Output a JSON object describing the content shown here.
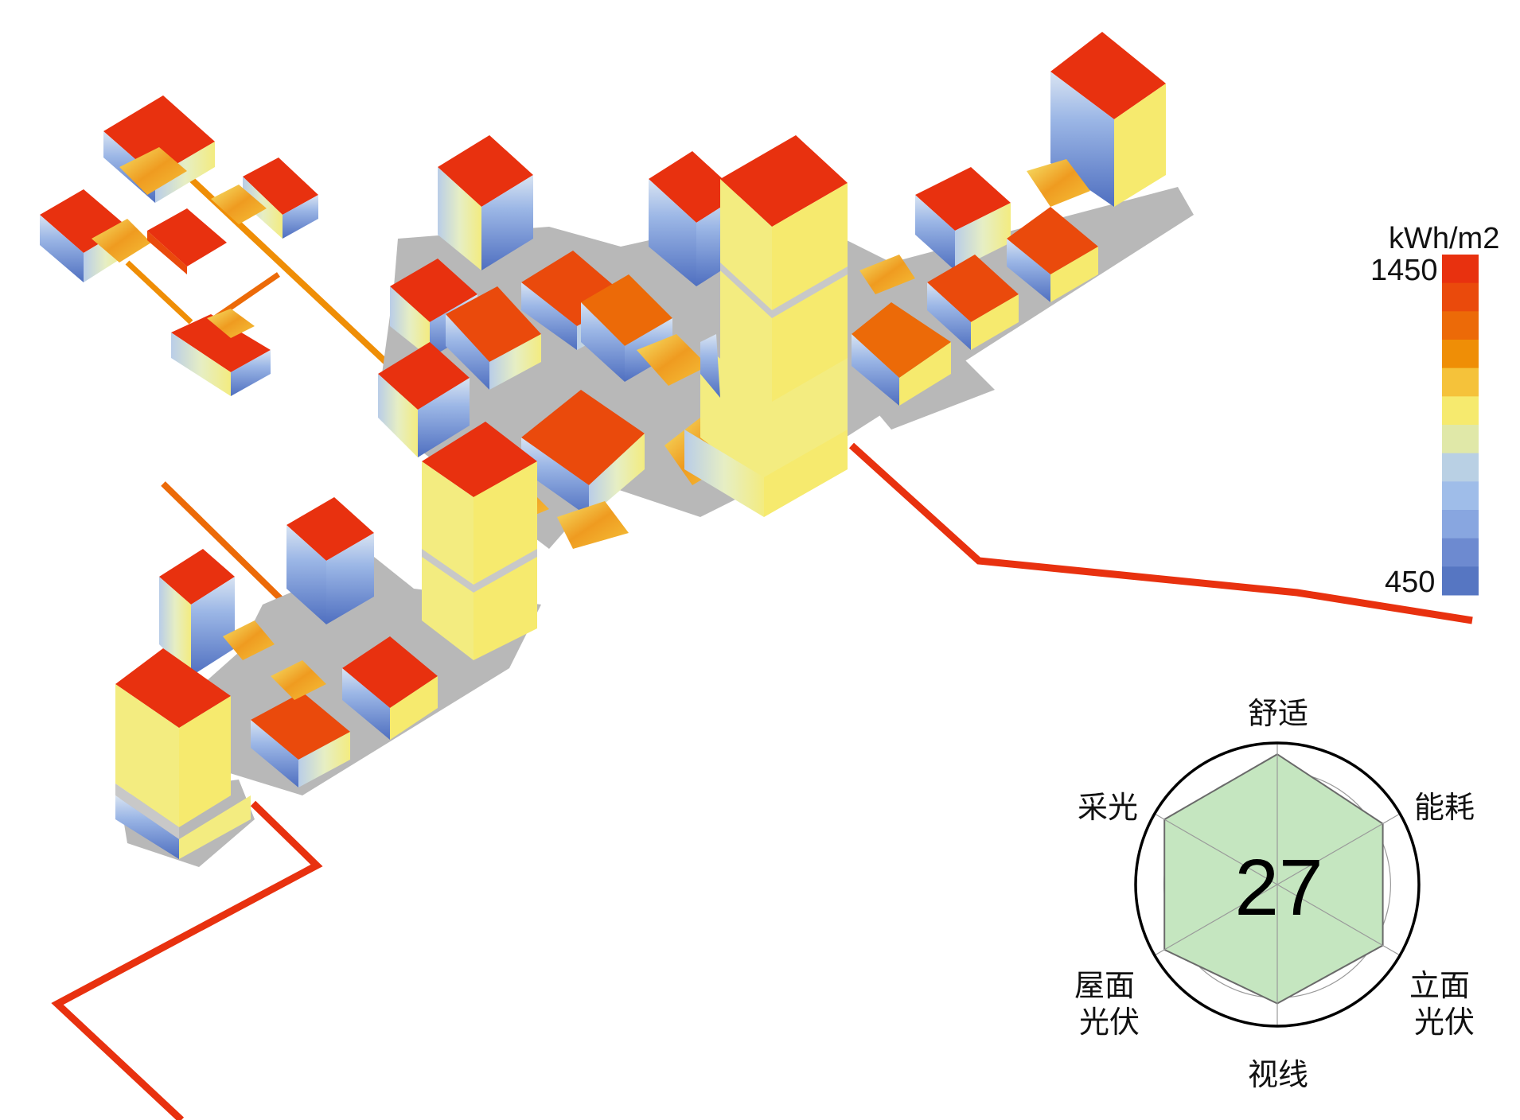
{
  "legend": {
    "unit": "kWh/m2",
    "max_label": "1450",
    "min_label": "450",
    "colors": [
      "#e8310f",
      "#ea4a0c",
      "#ec6a08",
      "#ef8e06",
      "#f5c23a",
      "#f6ea6e",
      "#e0e8a8",
      "#b9d0e4",
      "#9fbde9",
      "#88a6e0",
      "#6d8ad0",
      "#5676c2"
    ]
  },
  "radar": {
    "score": "27",
    "axes": [
      {
        "label": "舒适",
        "value": 0.92
      },
      {
        "label": "能耗",
        "value": 0.86
      },
      {
        "label": "立面光伏",
        "value": 0.86
      },
      {
        "label": "视线",
        "value": 0.84
      },
      {
        "label": "屋面光伏",
        "value": 0.92
      },
      {
        "label": "采光",
        "value": 0.92
      }
    ],
    "fill_color": "#c5e6c0",
    "stroke_color": "#6a6a6a"
  }
}
